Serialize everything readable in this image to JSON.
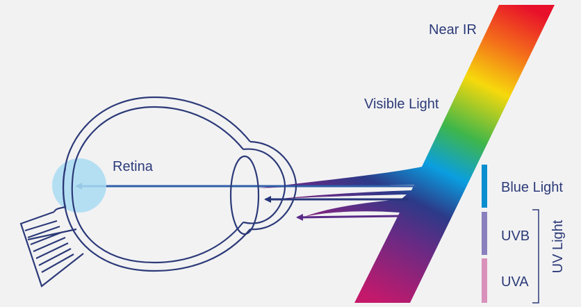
{
  "labels": {
    "near_ir": "Near IR",
    "visible_light": "Visible Light",
    "retina": "Retina",
    "blue_light": "Blue Light",
    "uvb": "UVB",
    "uva": "UVA",
    "uv_light": "UV Light"
  },
  "colors": {
    "background": "#f2f2f3",
    "eye_outline": "#2c3a78",
    "retina_highlight": "#a9dcf2",
    "blue_light": "#0a8ed0",
    "uvb": "#8a80bd",
    "uva": "#d991bb",
    "spectrum_stops": [
      "#e8102a",
      "#f4711a",
      "#f6d90c",
      "#3fb64a",
      "#0a9ee0",
      "#2c3a88",
      "#6a2a84",
      "#c4196b"
    ]
  }
}
